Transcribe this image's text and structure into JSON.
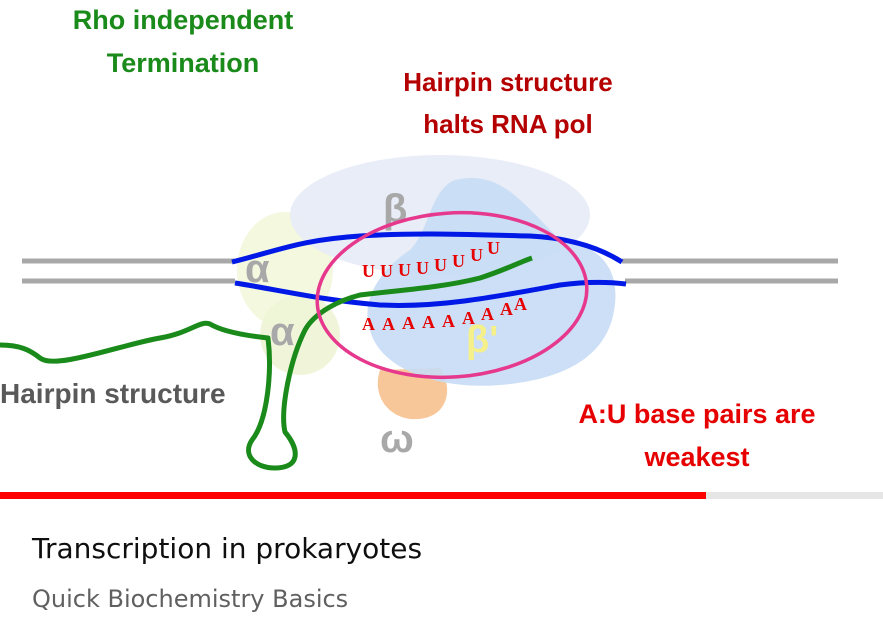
{
  "thumbnail": {
    "title_line1": "Rho independent",
    "title_line2": "Termination",
    "callout_line1": "Hairpin structure",
    "callout_line2": "halts RNA pol",
    "hairpin_label": "Hairpin structure",
    "weak_line1": "A:U base pairs are",
    "weak_line2": "weakest",
    "subunit_beta": "β",
    "subunit_alpha": "α",
    "subunit_beta_prime": "β'",
    "subunit_omega": "ω",
    "u_base": "U",
    "a_base": "A",
    "colors": {
      "green": "#1a8a1a",
      "dark_red": "#b40000",
      "red": "#e60000",
      "blue": "#0019e6",
      "magenta": "#e6388c",
      "gray": "#a0a0a0"
    }
  },
  "progress": {
    "fraction": 0.8
  },
  "video": {
    "title": "Transcription in prokaryotes",
    "channel": "Quick Biochemistry Basics"
  }
}
